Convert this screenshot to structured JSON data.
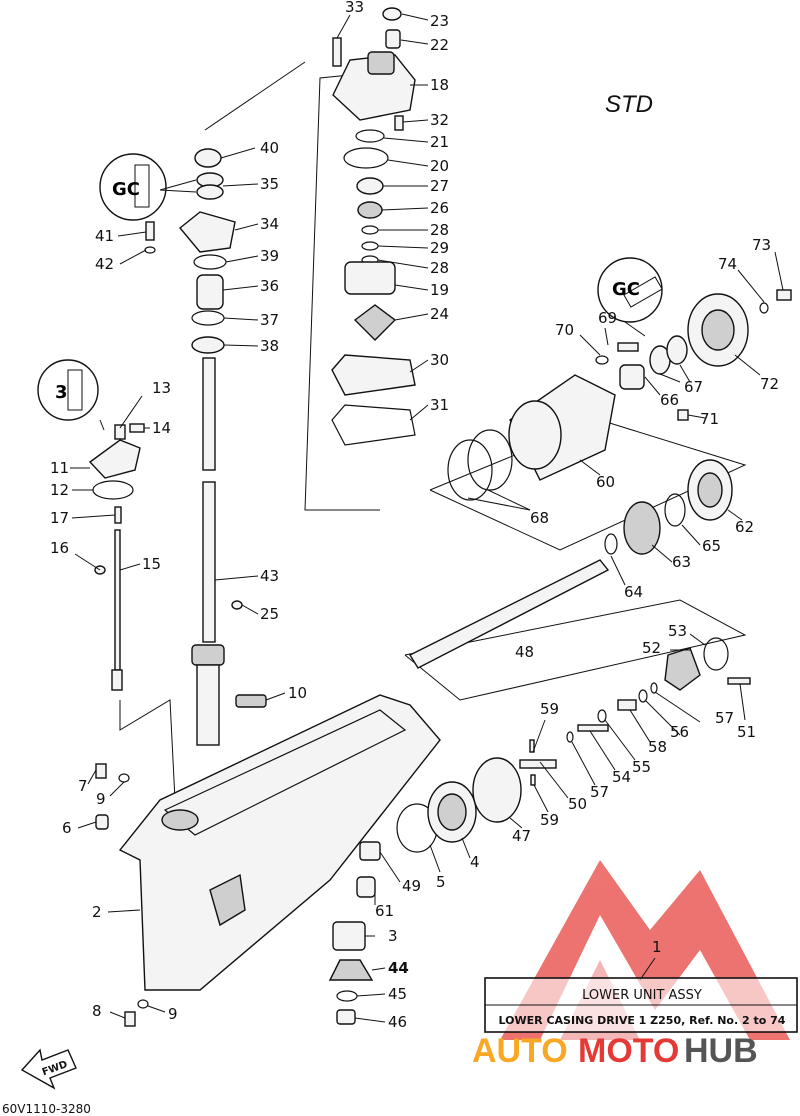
{
  "std_label": "STD",
  "title_box": {
    "title": "LOWER UNIT ASSY",
    "subtitle": "LOWER CASING DRIVE 1 Z250,  Ref. No. 2 to 74",
    "callout": "1"
  },
  "diagram_code": "60V1110-3280",
  "fwd_label": "FWD",
  "watermark": {
    "auto": "AUTO",
    "moto": "MOTO",
    "hub": "HUB"
  },
  "sealant_icons": [
    "grease-icon-a",
    "grease-icon-b",
    "grease-icon-c"
  ],
  "callouts": {
    "c2": "2",
    "c3": "3",
    "c4": "4",
    "c5": "5",
    "c6": "6",
    "c7": "7",
    "c8": "8",
    "c9a": "9",
    "c9b": "9",
    "c10": "10",
    "c11": "11",
    "c12": "12",
    "c13": "13",
    "c14": "14",
    "c15": "15",
    "c16": "16",
    "c17": "17",
    "c18": "18",
    "c19": "19",
    "c20": "20",
    "c21": "21",
    "c22": "22",
    "c23": "23",
    "c24": "24",
    "c25": "25",
    "c26": "26",
    "c27": "27",
    "c28a": "28",
    "c28b": "28",
    "c29": "29",
    "c30": "30",
    "c31": "31",
    "c32": "32",
    "c33": "33",
    "c34": "34",
    "c35": "35",
    "c36": "36",
    "c37": "37",
    "c38": "38",
    "c39": "39",
    "c40": "40",
    "c41": "41",
    "c42": "42",
    "c43": "43",
    "c44": "44",
    "c45": "45",
    "c46": "46",
    "c47": "47",
    "c48": "48",
    "c49": "49",
    "c50": "50",
    "c51": "51",
    "c52": "52",
    "c53": "53",
    "c54": "54",
    "c55": "55",
    "c56": "56",
    "c57a": "57",
    "c57b": "57",
    "c58": "58",
    "c59a": "59",
    "c59b": "59",
    "c60": "60",
    "c61": "61",
    "c62": "62",
    "c63": "63",
    "c64": "64",
    "c65": "65",
    "c66": "66",
    "c67": "67",
    "c68": "68",
    "c69": "69",
    "c70": "70",
    "c71": "71",
    "c72": "72",
    "c73": "73",
    "c74": "74"
  }
}
